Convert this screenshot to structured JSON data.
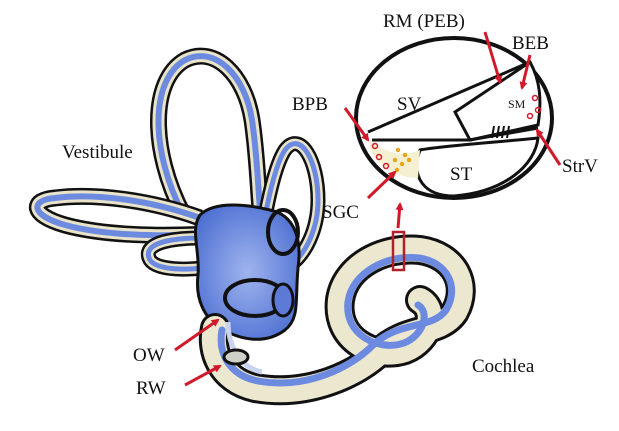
{
  "labels": {
    "vestibule": "Vestibule",
    "cochlea": "Cochlea",
    "ow": "OW",
    "rw": "RW",
    "rm_peb": "RM (PEB)",
    "beb": "BEB",
    "bpb": "BPB",
    "sgc": "SGC",
    "strv": "StrV",
    "sv": "SV",
    "sm": "SM",
    "st": "ST"
  },
  "colors": {
    "arrow": "#d0192a",
    "canal_fill": "#6f8fe0",
    "canal_light": "#c9d3f1",
    "cochlea_body": "#ece7cf",
    "outline": "#111111",
    "ganglion": "#e8a317"
  }
}
